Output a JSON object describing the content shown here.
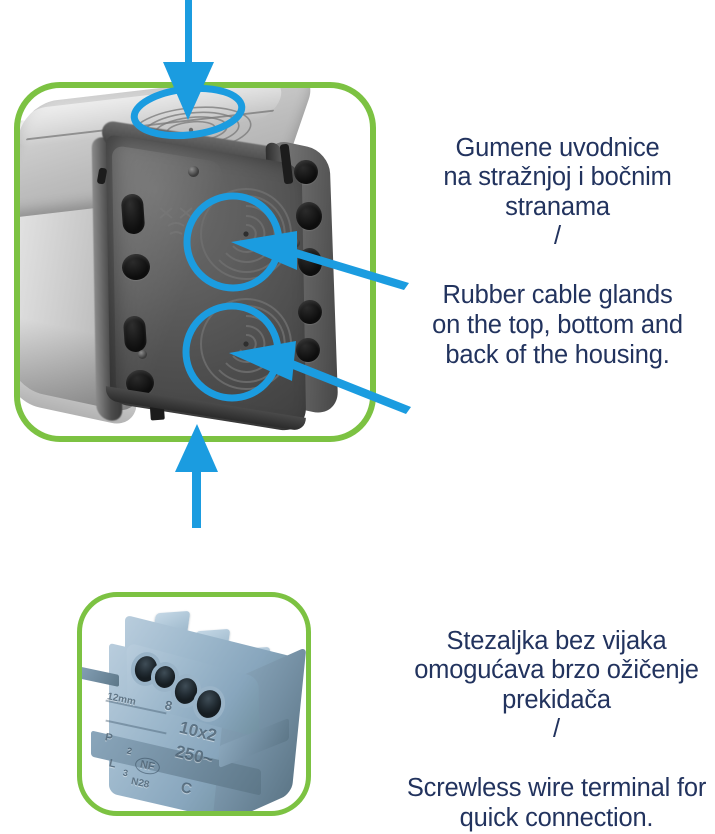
{
  "page": {
    "title": "Junction box product feature callouts",
    "background_color": "#FFFFFF",
    "text_color": "#22335E",
    "accent_green": "#7CC242",
    "accent_blue": "#1B9CE0"
  },
  "captions": {
    "top": {
      "croatian": "Gumene uvodnice\nna stražnjoj i bočnim\nstranama",
      "separator": "/",
      "english": "Rubber cable glands\non the top, bottom and\nback of the housing."
    },
    "bottom": {
      "croatian": "Stezaljka bez vijaka\nomogućava brzo ožičenje\nprekidača",
      "separator": "/",
      "english": "Screwless wire terminal for\nquick connection."
    }
  },
  "photos": {
    "top": {
      "subject": "grey plastic junction box housing",
      "frame_color": "#7CC242",
      "highlights": [
        {
          "name": "top-gland",
          "shape": "ellipse"
        },
        {
          "name": "upper-side-gland",
          "shape": "ellipse"
        },
        {
          "name": "lower-side-gland",
          "shape": "ellipse"
        }
      ],
      "arrows": [
        {
          "name": "arrow-top",
          "direction": "down"
        },
        {
          "name": "arrow-upper-right",
          "direction": "left-up"
        },
        {
          "name": "arrow-lower-right",
          "direction": "left-up"
        },
        {
          "name": "arrow-bottom",
          "direction": "up"
        }
      ]
    },
    "bottom": {
      "subject": "blue-grey screwless wire terminal block",
      "frame_color": "#7CC242",
      "embossed_markings": [
        "12mm",
        "8",
        "10x2",
        "250~",
        "NF",
        "N28",
        "C"
      ]
    }
  }
}
